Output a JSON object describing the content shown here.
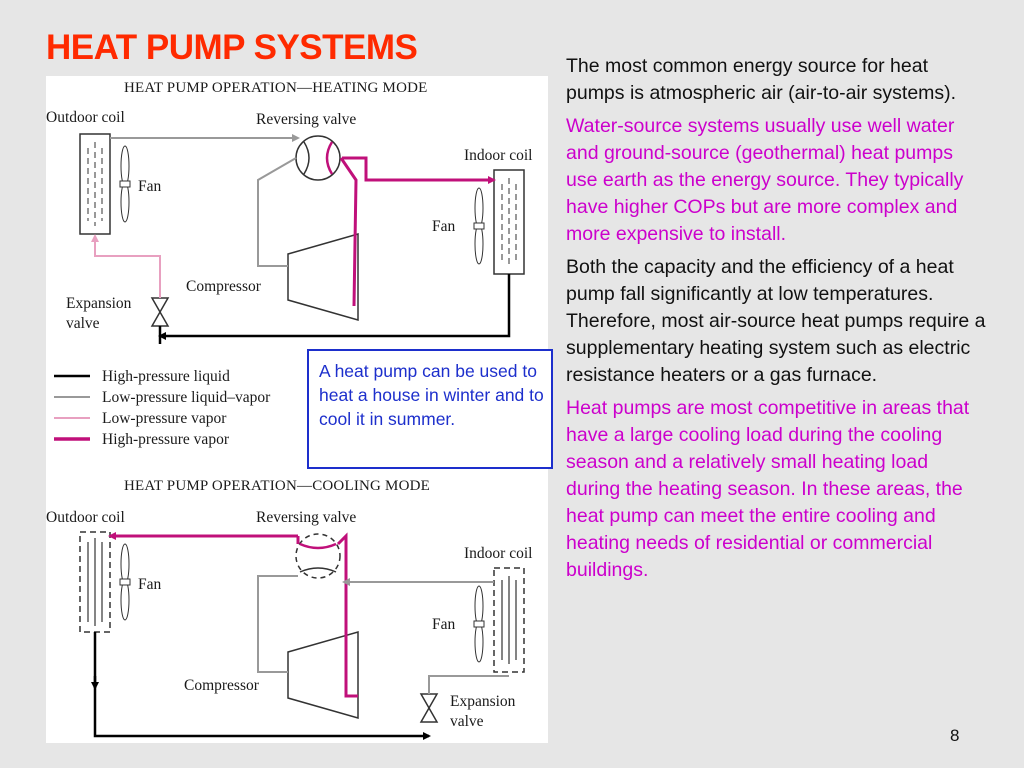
{
  "slide": {
    "title": "HEAT PUMP SYSTEMS",
    "page_number": "8"
  },
  "diagram": {
    "heating": {
      "heading": "HEAT PUMP OPERATION—HEATING MODE",
      "labels": {
        "outdoor_coil": "Outdoor coil",
        "reversing_valve": "Reversing valve",
        "indoor_coil": "Indoor coil",
        "fan_left": "Fan",
        "fan_right": "Fan",
        "compressor": "Compressor",
        "expansion_1": "Expansion",
        "expansion_2": "valve"
      }
    },
    "legend": [
      {
        "label": "High-pressure liquid",
        "color": "#000000"
      },
      {
        "label": "Low-pressure liquid–vapor",
        "color": "#999999"
      },
      {
        "label": "Low-pressure vapor",
        "color": "#e8a0c0"
      },
      {
        "label": "High-pressure vapor",
        "color": "#c0107a"
      }
    ],
    "cooling": {
      "heading": "HEAT PUMP OPERATION—COOLING MODE",
      "labels": {
        "outdoor_coil": "Outdoor coil",
        "reversing_valve": "Reversing valve",
        "indoor_coil": "Indoor coil",
        "fan_left": "Fan",
        "fan_right": "Fan",
        "compressor": "Compressor",
        "expansion_1": "Expansion",
        "expansion_2": "valve"
      }
    }
  },
  "note": "A heat pump can be used to heat a house in winter and to cool it in summer.",
  "paragraphs": [
    {
      "text": "The most common energy source for heat pumps is atmospheric air (air-to-air systems).",
      "color": "#111111"
    },
    {
      "text": "Water-source systems usually use well water and ground-source (geothermal) heat pumps use earth as the energy source. They typically have higher COPs but are more complex and more expensive to install.",
      "color": "#cc00cc"
    },
    {
      "text": "Both the capacity and the efficiency of a heat pump fall significantly at low temperatures. Therefore, most air-source heat pumps require a supplementary heating system such as electric resistance heaters or a gas furnace.",
      "color": "#111111"
    },
    {
      "text": "Heat pumps are most competitive in areas that have a large cooling load during the cooling season and a relatively small heating load during the heating season. In these areas, the heat pump can meet the entire cooling and heating needs of residential or commercial buildings.",
      "color": "#cc00cc"
    }
  ]
}
